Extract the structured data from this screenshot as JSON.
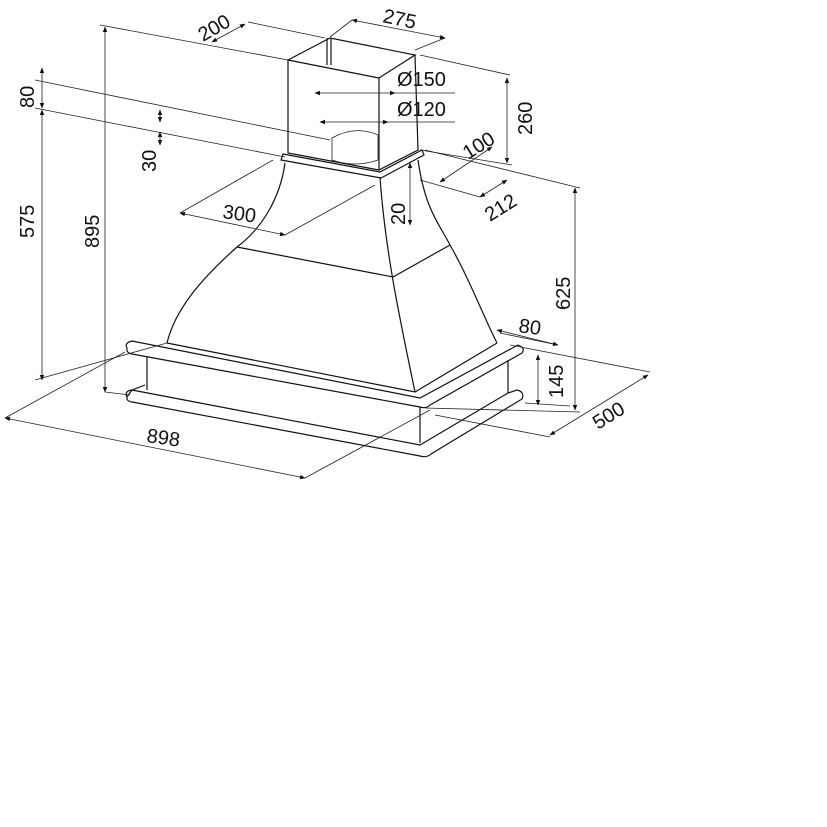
{
  "dimensions": {
    "chimney_depth": "200",
    "chimney_width": "275",
    "chimney_height": "260",
    "outlet_outer": "Ø150",
    "outlet_inner": "Ø120",
    "top_offset": "80",
    "collar": "30",
    "lower_height": "575",
    "total_height": "895",
    "outlet_offset": "100",
    "collar_depth": "212",
    "collar_gap": "20",
    "top_width": "300",
    "hood_height": "625",
    "cornice_overhang": "80",
    "base_height": "145",
    "depth": "500",
    "width": "898"
  }
}
